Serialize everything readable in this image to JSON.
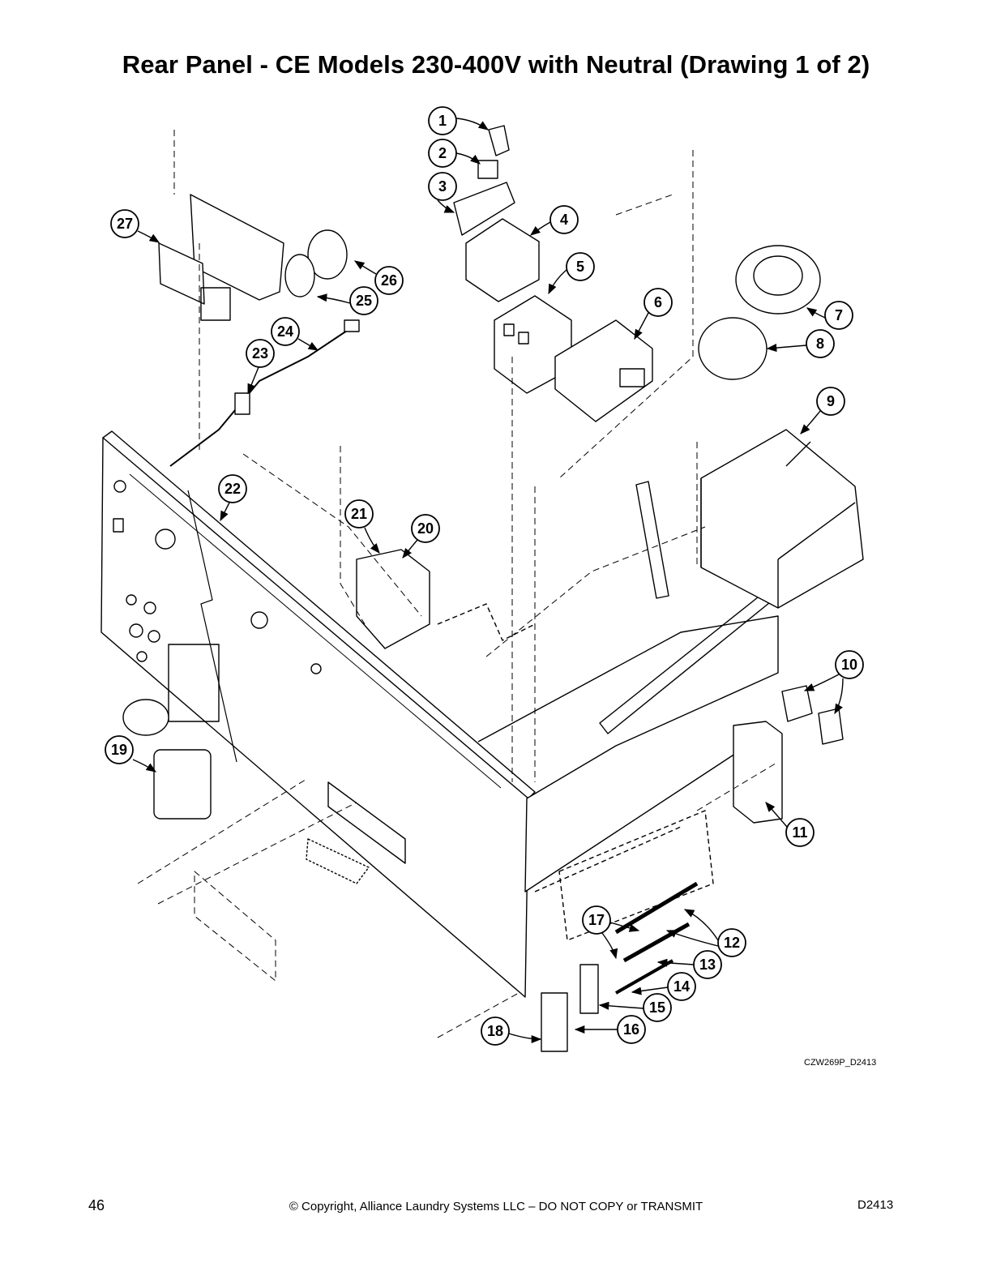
{
  "title": "Rear Panel - CE Models 230-400V with Neutral (Drawing 1 of 2)",
  "drawing_ref": "CZW269P_D2413",
  "footer": {
    "page_number": "46",
    "copyright": "© Copyright, Alliance Laundry Systems LLC – DO NOT COPY or TRANSMIT",
    "doc_code": "D2413"
  },
  "callouts": [
    "1",
    "2",
    "3",
    "4",
    "5",
    "6",
    "7",
    "8",
    "9",
    "10",
    "11",
    "12",
    "13",
    "14",
    "15",
    "16",
    "17",
    "18",
    "19",
    "20",
    "21",
    "22",
    "23",
    "24",
    "25",
    "26",
    "27"
  ]
}
